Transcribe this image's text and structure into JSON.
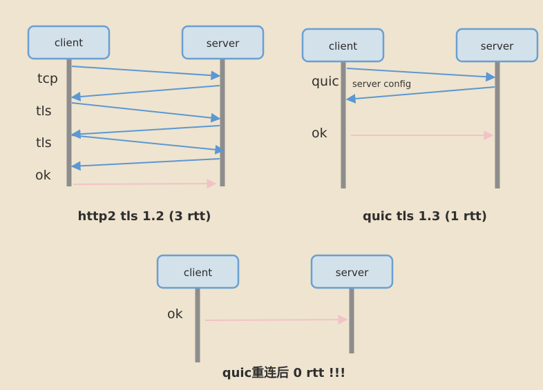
{
  "diagrams": [
    {
      "id": "http2",
      "participants": [
        "client",
        "server"
      ],
      "steps": [
        "tcp",
        "tls",
        "tls",
        "ok"
      ],
      "message_labels": [],
      "caption": "http2 tls 1.2 (3 rtt)"
    },
    {
      "id": "quic",
      "participants": [
        "client",
        "server"
      ],
      "steps": [
        "quic",
        "ok"
      ],
      "message_labels": [
        "server config"
      ],
      "caption": "quic tls 1.3 (1 rtt)"
    },
    {
      "id": "quic-reconnect",
      "participants": [
        "client",
        "server"
      ],
      "steps": [
        "ok"
      ],
      "message_labels": [],
      "caption": "quic重连后 0 rtt !!!"
    }
  ],
  "colors": {
    "background": "#eee4cf",
    "box_fill": "#d3e1ea",
    "box_border": "#6a9fd2",
    "lifeline": "#8d8d8d",
    "message_blue": "#5b97d3",
    "message_pink": "#f2c2c7"
  }
}
